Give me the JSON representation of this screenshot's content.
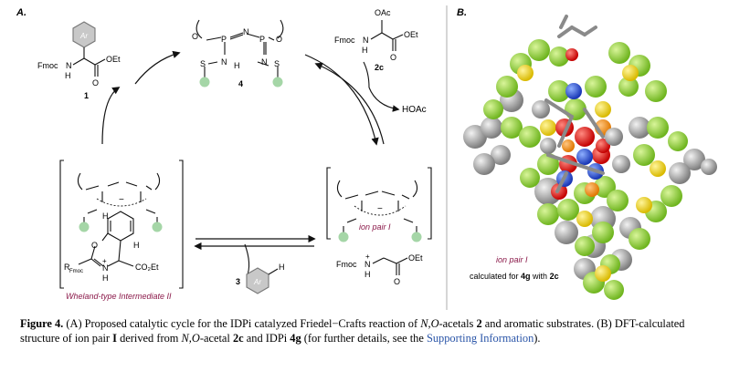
{
  "panel_a": {
    "letter": "A.",
    "cmpd1": {
      "ar": "Ar",
      "fmoc": "Fmoc",
      "n": "N",
      "h": "H",
      "oet": "OEt",
      "o": "O",
      "num": "1"
    },
    "cmpd4": {
      "p": "P",
      "n": "N",
      "o": "O",
      "s": "S",
      "h": "H",
      "num": "4"
    },
    "cmpd2c": {
      "oac": "OAc",
      "fmoc": "Fmoc",
      "n": "N",
      "h": "H",
      "oet": "OEt",
      "o": "O",
      "num": "2c"
    },
    "hoac": "HOAc",
    "ion_pair_struct": {
      "fmoc": "Fmoc",
      "plus": "+",
      "n": "N",
      "h": "H",
      "oet": "OEt",
      "o": "O",
      "minus": "−"
    },
    "ion_pair_label": "ion pair I",
    "wheland_struct": {
      "rfmoc": "R",
      "rfmoc_sub": "Fmoc",
      "co2et": "CO₂Et",
      "o": "O",
      "n": "N",
      "h": "H",
      "plus": "+",
      "minus": "−"
    },
    "wheland_label": "Wheland-type Intermediate II",
    "cmpd3": {
      "ar": "Ar",
      "h": "H",
      "num": "3"
    }
  },
  "panel_b": {
    "letter": "B.",
    "ion_pair_label": "ion pair I",
    "calc_prefix": "calculated for ",
    "calc_cat": "4g",
    "calc_mid": " with ",
    "calc_sub": "2c"
  },
  "caption": {
    "label": "Figure 4.",
    "text1": " (A) Proposed catalytic cycle for the IDPi catalyzed Friedel−Crafts reaction of ",
    "no1": "N,O",
    "text2": "-acetals ",
    "b2": "2",
    "text3": " and aromatic substrates. (B) DFT-calculated structure of ion pair ",
    "b_i": "I",
    "text4": " derived from ",
    "no2": "N,O",
    "text5": "-acetal ",
    "b2c": "2c",
    "text6": " and IDPi ",
    "b4g": "4g",
    "text7": " (for further details, see the ",
    "link": "Supporting Information",
    "text8": ")."
  },
  "colors": {
    "sulfonyl_sub": "#a5d6a7",
    "aryl_ring": "#c8c8c8",
    "label_red": "#8b1a4a",
    "link": "#2a55a8",
    "divider": "#999999"
  },
  "icons": [
    "curved-arrow-icon",
    "equilibrium-arrow-icon",
    "molecular-model-icon"
  ]
}
